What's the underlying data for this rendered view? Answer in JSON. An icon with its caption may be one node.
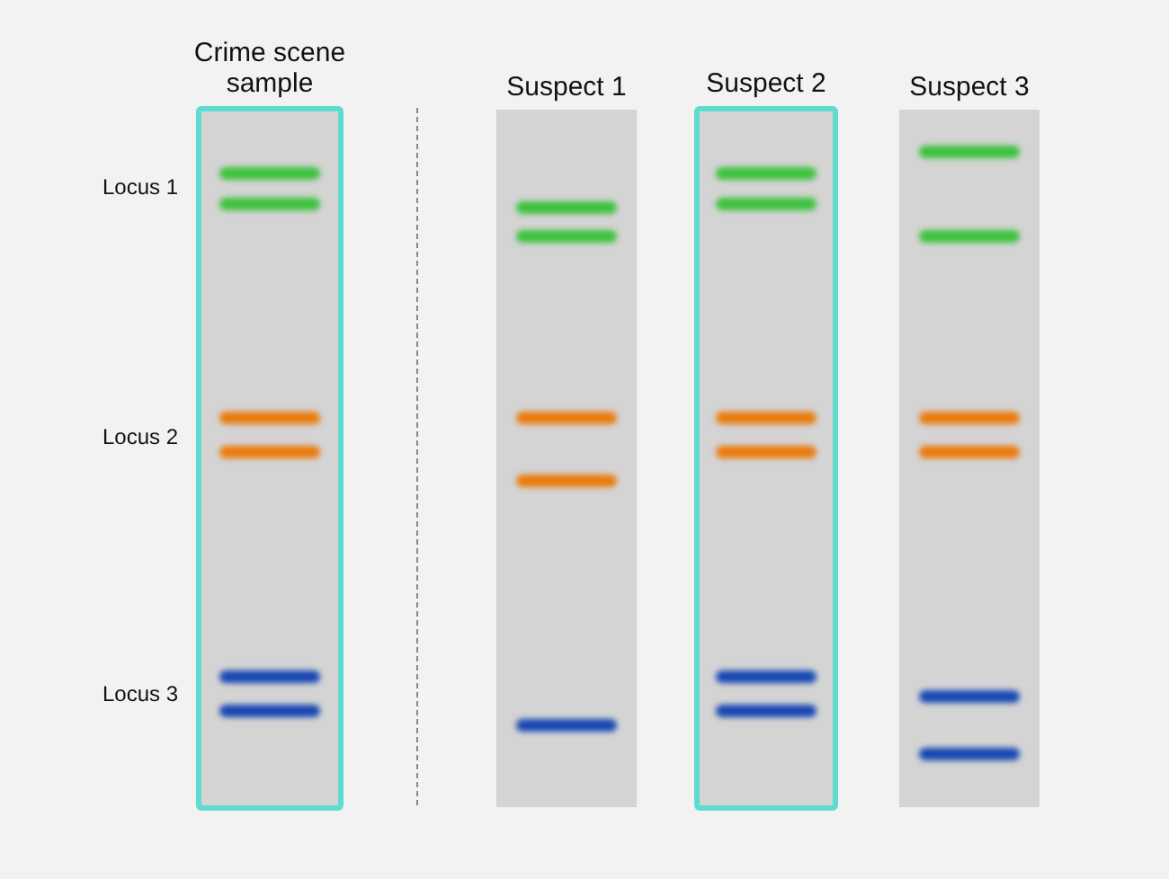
{
  "diagram": {
    "nodes": [
      {
        "text": [
          "Crime scene sample"
        ]
      },
      {
        "text": [
          "Suspect 1"
        ]
      },
      {
        "text": [
          "Suspect 2"
        ]
      },
      {
        "text": [
          "Suspect 3"
        ]
      }
    ],
    "labels": [
      "Locus 1",
      "Locus 2",
      "Locus 3"
    ]
  }
}
